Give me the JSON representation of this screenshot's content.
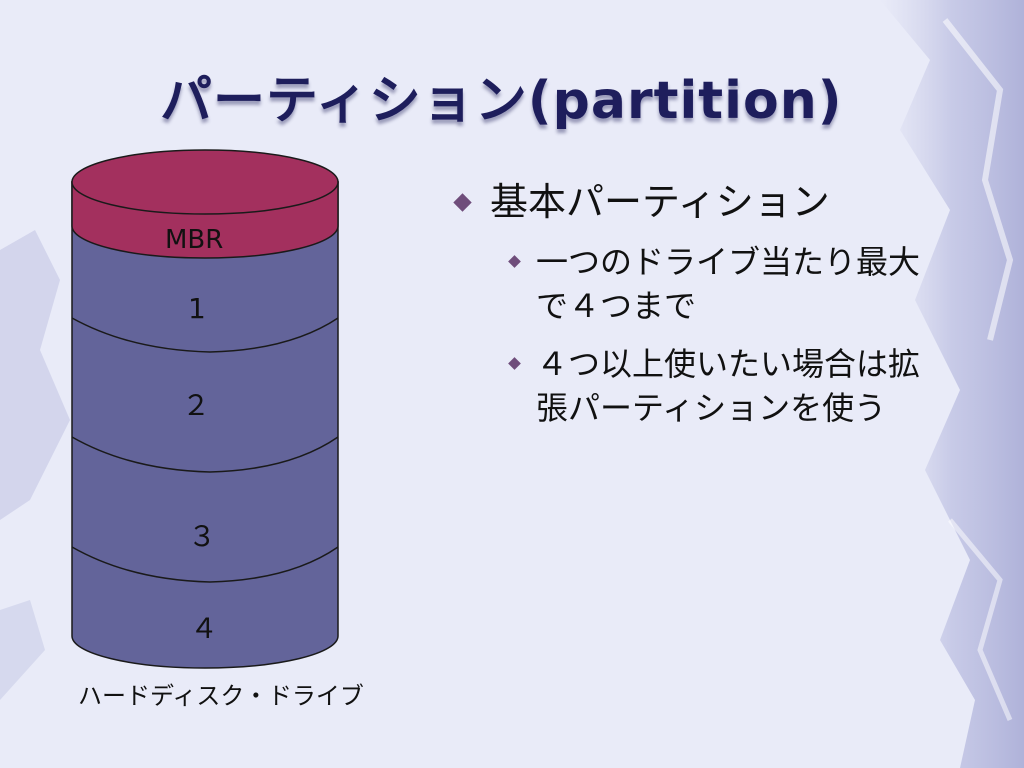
{
  "slide": {
    "title": "パーティション(partition)",
    "disk": {
      "caption": "ハードディスク・ドライブ",
      "mbr_label": "MBR",
      "partitions": [
        "1",
        "２",
        "３",
        "４"
      ],
      "colors": {
        "top": "#a3305e",
        "body": "#63649a",
        "outline": "#1a1a1a"
      }
    },
    "bullets": [
      {
        "text": "基本パーティション",
        "sub": [
          "一つのドライブ当たり最大で４つまで",
          "４つ以上使いたい場合は拡張パーティションを使う"
        ]
      }
    ],
    "theme": {
      "background": "#e9ebf8",
      "title_color": "#1e1e5c",
      "bullet_color": "#6f4d7b"
    }
  }
}
